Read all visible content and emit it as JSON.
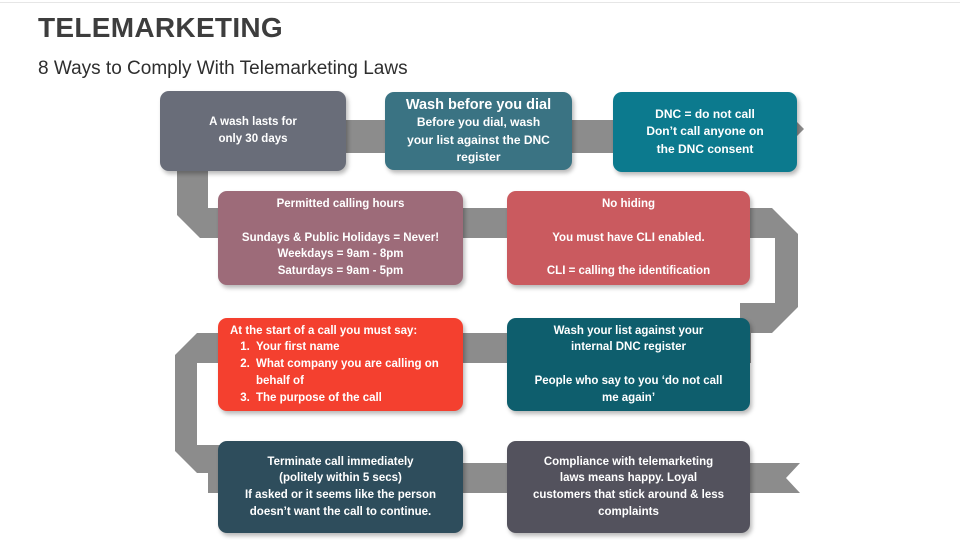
{
  "header": {
    "title": "TELEMARKETING",
    "subtitle": "8 Ways to Comply With Telemarketing Laws"
  },
  "colors": {
    "band": "#8c8c8c",
    "title_text": "#3d3d3d",
    "box_text": "#ffffff"
  },
  "boxes": [
    {
      "label": "wash-duration",
      "color": "#696d79",
      "text": "A wash lasts for\nonly 30 days"
    },
    {
      "label": "wash-before-dial",
      "color": "#3a7383",
      "title": "Wash before you dial",
      "text": "Before you dial, wash\nyour list against the DNC\nregister"
    },
    {
      "label": "dnc-definition",
      "color": "#0c7a8e",
      "text": "DNC = do not call\nDon’t call anyone on\nthe DNC consent"
    },
    {
      "label": "permitted-hours",
      "color": "#9d6b79",
      "text": "Permitted calling hours\n\nSundays & Public Holidays = Never!\nWeekdays = 9am - 8pm\nSaturdays = 9am - 5pm"
    },
    {
      "label": "no-hiding",
      "color": "#ca5a5f",
      "text": "No hiding\n\nYou must have CLI enabled.\n\nCLI = calling the identification"
    },
    {
      "label": "call-opening-script",
      "color": "#f4402f",
      "intro": "At the start of a call you must say:",
      "items": [
        "Your first name",
        "What company you are calling on behalf of",
        "The purpose of the call"
      ]
    },
    {
      "label": "internal-dnc-wash",
      "color": "#0e5e6d",
      "text": "Wash your list against your\ninternal DNC register\n\nPeople who say to you ‘do not call\nme again’"
    },
    {
      "label": "terminate-call",
      "color": "#2e4d5c",
      "text": "Terminate call immediately\n(politely within 5 secs)\nIf asked or it seems like the person\ndoesn’t want the call to continue."
    },
    {
      "label": "compliance-benefits",
      "color": "#53525d",
      "text": "Compliance with telemarketing\nlaws means happy. Loyal\ncustomers that stick around & less\ncomplaints"
    }
  ]
}
